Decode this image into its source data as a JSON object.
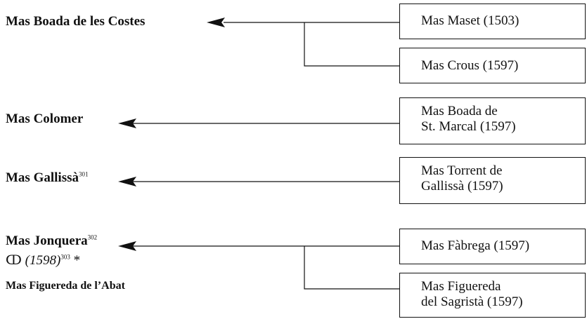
{
  "left_labels": [
    {
      "text": "Mas Boada de les Costes",
      "sup": ""
    },
    {
      "text": "Mas Colomer",
      "sup": ""
    },
    {
      "text": "Mas Gallissà",
      "sup": "301"
    },
    {
      "text": "Mas Jonquera",
      "sup": "302"
    }
  ],
  "marriage": {
    "symbol": "ↀ",
    "year": "(1598)",
    "sup": "303",
    "star": "*"
  },
  "figuereda_abat": "Mas Figuereda de l’Abat",
  "boxes": [
    {
      "line1": "Mas Maset (1503)",
      "line2": ""
    },
    {
      "line1": "Mas Crous (1597)",
      "line2": ""
    },
    {
      "line1": "Mas Boada de",
      "line2": "St. Marcal (1597)"
    },
    {
      "line1": "Mas Torrent de",
      "line2": "Gallissà (1597)"
    },
    {
      "line1": "Mas Fàbrega (1597)",
      "line2": ""
    },
    {
      "line1": "Mas Figuereda",
      "line2": "del Sagristà (1597)"
    }
  ]
}
